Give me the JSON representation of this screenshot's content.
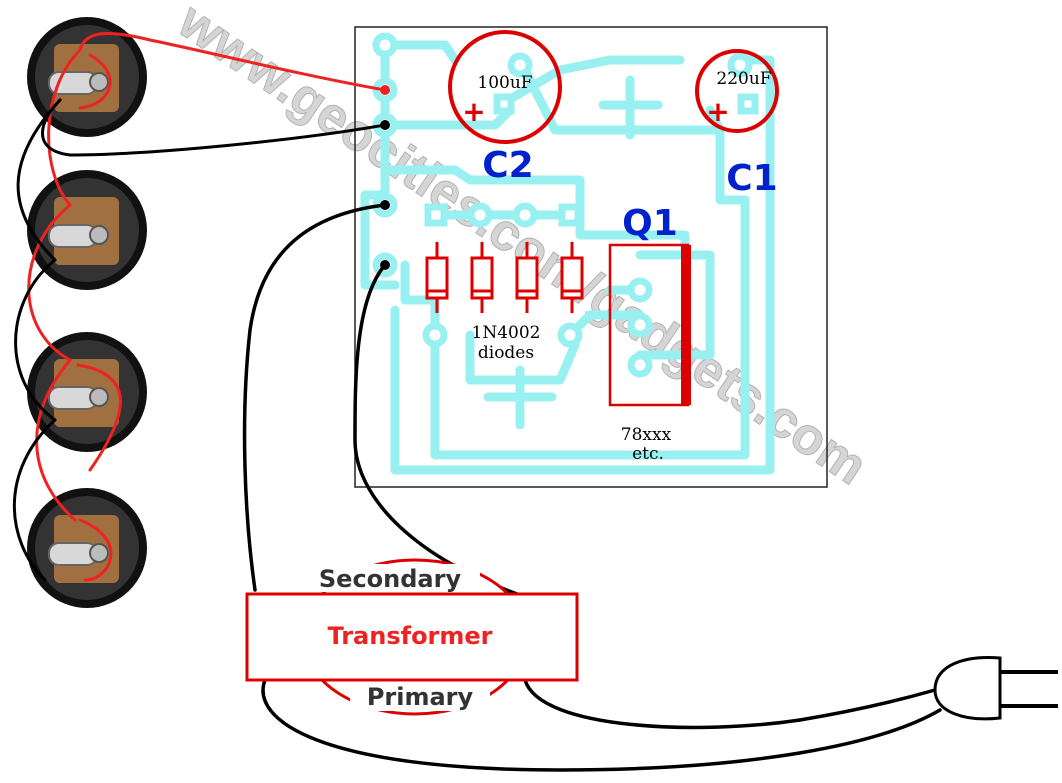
{
  "watermark": "www.geocities.com/gadgets.com",
  "colors": {
    "trace": "#99f0f0",
    "component": "#dd0000",
    "wire_black": "#000000",
    "wire_red": "#ee2222",
    "board_outline": "#222222",
    "component_label": "#0022cc",
    "watermark": "#c8c8c8"
  },
  "components": {
    "c2": {
      "ref": "C2",
      "value": "100uF",
      "polarity": "+"
    },
    "c1": {
      "ref": "C1",
      "value": "220uF",
      "polarity": "+"
    },
    "q1": {
      "ref": "Q1",
      "part": "78xxx",
      "note": "etc."
    },
    "diodes": {
      "part": "1N4002",
      "label": "diodes",
      "count": 4
    }
  },
  "transformer": {
    "title": "Transformer",
    "secondary": "Secondary",
    "primary": "Primary"
  },
  "jacks": {
    "count": 4,
    "icon": "dc-power-jack-icon"
  },
  "plug": {
    "icon": "mains-plug-icon"
  }
}
